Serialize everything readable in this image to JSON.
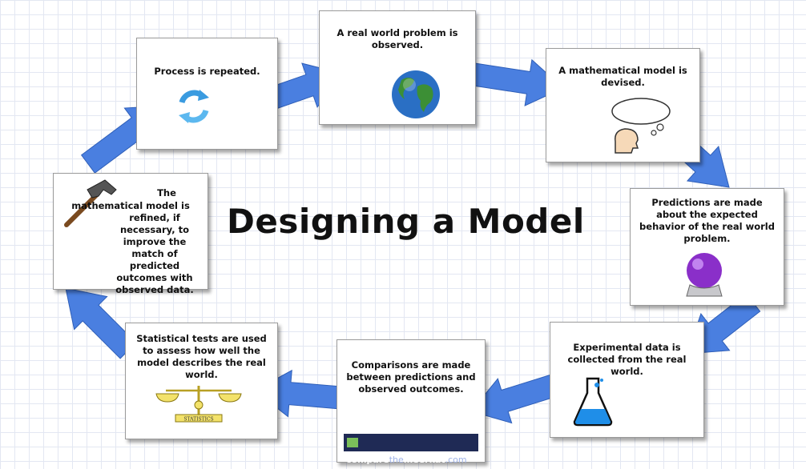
{
  "title": "Designing a Model",
  "colors": {
    "arrow": "#4a7fe0",
    "arrow_stroke": "#2f5fb8",
    "grid": "#e3e7f2"
  },
  "steps": [
    {
      "text": "A real world problem is observed.",
      "icon": "globe-icon"
    },
    {
      "text": "A mathematical model is devised.",
      "icon": "thinking-head-icon"
    },
    {
      "text": "Predictions are made about the expected behavior of the real world problem.",
      "icon": "crystal-ball-icon"
    },
    {
      "text": "Experimental data is collected from the real world.",
      "icon": "flask-icon"
    },
    {
      "text": "Comparisons are made between predictions and observed outcomes.",
      "icon": "comparethemeerkat-logo",
      "logo_text_a": "compare",
      "logo_text_b": "the",
      "logo_text_c": "meerkat",
      "logo_text_d": ".com"
    },
    {
      "text": "Statistical tests are used to assess how well the model describes the real world.",
      "icon": "balance-scale-icon",
      "scale_label": "STATISTICS"
    },
    {
      "text_a": "The",
      "text_b": "mathematical model is refined, if necessary, to improve the match of predicted outcomes with observed data.",
      "icon": "hammer-icon"
    },
    {
      "text": "Process is repeated.",
      "icon": "recycle-arrows-icon"
    }
  ]
}
